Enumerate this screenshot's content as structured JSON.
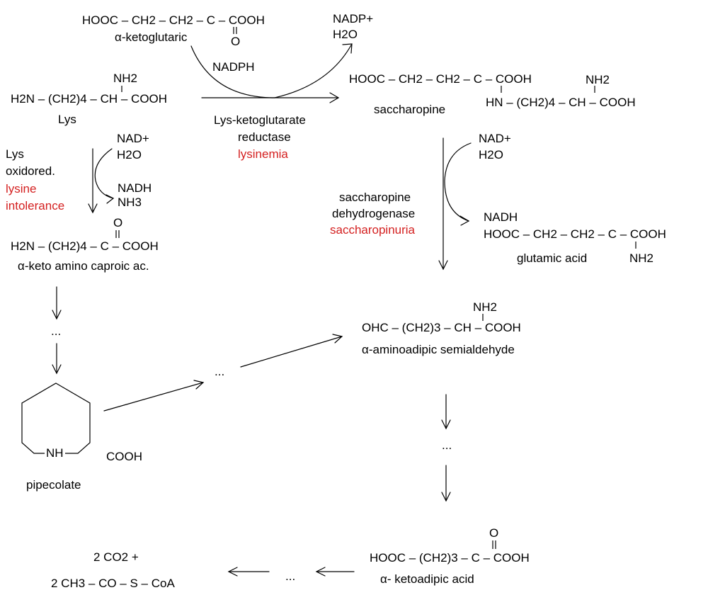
{
  "colors": {
    "text": "#000000",
    "disease": "#d42020",
    "line": "#000000"
  },
  "alpha_ketoglutaric": {
    "formula": "HOOC – CH2 – CH2 – C – COOH",
    "oxo": "O",
    "name": "α-ketoglutaric"
  },
  "nadph": "NADPH",
  "nadp_plus": "NADP+",
  "h2o_top": "H2O",
  "lys": {
    "nh2": "NH2",
    "formula": "H2N – (CH2)4 – CH – COOH",
    "name": "Lys"
  },
  "saccharopine": {
    "nh2": "NH2",
    "formula_top": "HOOC – CH2 – CH2 – C – COOH",
    "formula_bottom": "HN – (CH2)4 – CH – COOH",
    "name": "saccharopine"
  },
  "lkr_enzyme": {
    "line1": "Lys-ketoglutarate",
    "line2": "reductase",
    "disease": "lysinemia"
  },
  "lys_oxidoreductase": {
    "line1": "Lys",
    "line2": "oxidored.",
    "disease_line1": "lysine",
    "disease_line2": "intolerance"
  },
  "left_cofactors": {
    "nad_plus": "NAD+",
    "h2o": "H2O",
    "nadh": "NADH",
    "nh3": "NH3"
  },
  "alpha_keto_amino_caproic": {
    "oxo": "O",
    "formula": "H2N – (CH2)4 – C – COOH",
    "name": "α-keto amino caproic ac."
  },
  "right_cofactors": {
    "nad_plus": "NAD+",
    "h2o": "H2O",
    "nadh": "NADH"
  },
  "sdh_enzyme": {
    "line1": "saccharopine",
    "line2": "dehydrogenase",
    "disease": "saccharopinuria"
  },
  "glutamic_acid": {
    "formula": "HOOC – CH2 – CH2 – C – COOH",
    "nh2": "NH2",
    "name": "glutamic acid"
  },
  "aminoadipic_semialdehyde": {
    "nh2": "NH2",
    "formula": "OHC – (CH2)3 – CH – COOH",
    "name": "α-aminoadipic semialdehyde"
  },
  "pipecolate": {
    "nh": "NH",
    "cooh": "COOH",
    "name": "pipecolate"
  },
  "ellipsis": "...",
  "ketoadipic_acid": {
    "oxo": "O",
    "formula": "HOOC – (CH2)3 – C – COOH",
    "name": "α- ketoadipic acid"
  },
  "products": {
    "line1": "2 CO2 +",
    "line2": "2 CH3 – CO – S – CoA"
  }
}
